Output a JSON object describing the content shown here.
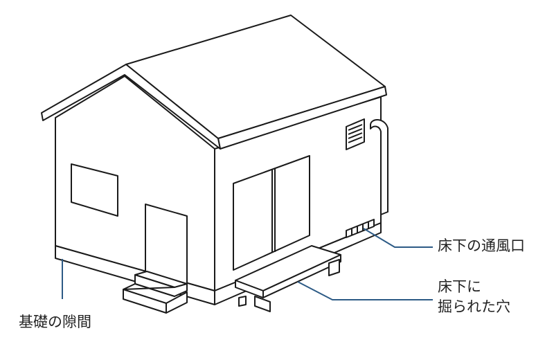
{
  "labels": {
    "vent": "床下の通風口",
    "hole_line1": "床下に",
    "hole_line2": "掘られた穴",
    "foundation_gap": "基礎の隙間"
  },
  "colors": {
    "line": "#1a1a1a",
    "leader": "#2c5a85"
  }
}
